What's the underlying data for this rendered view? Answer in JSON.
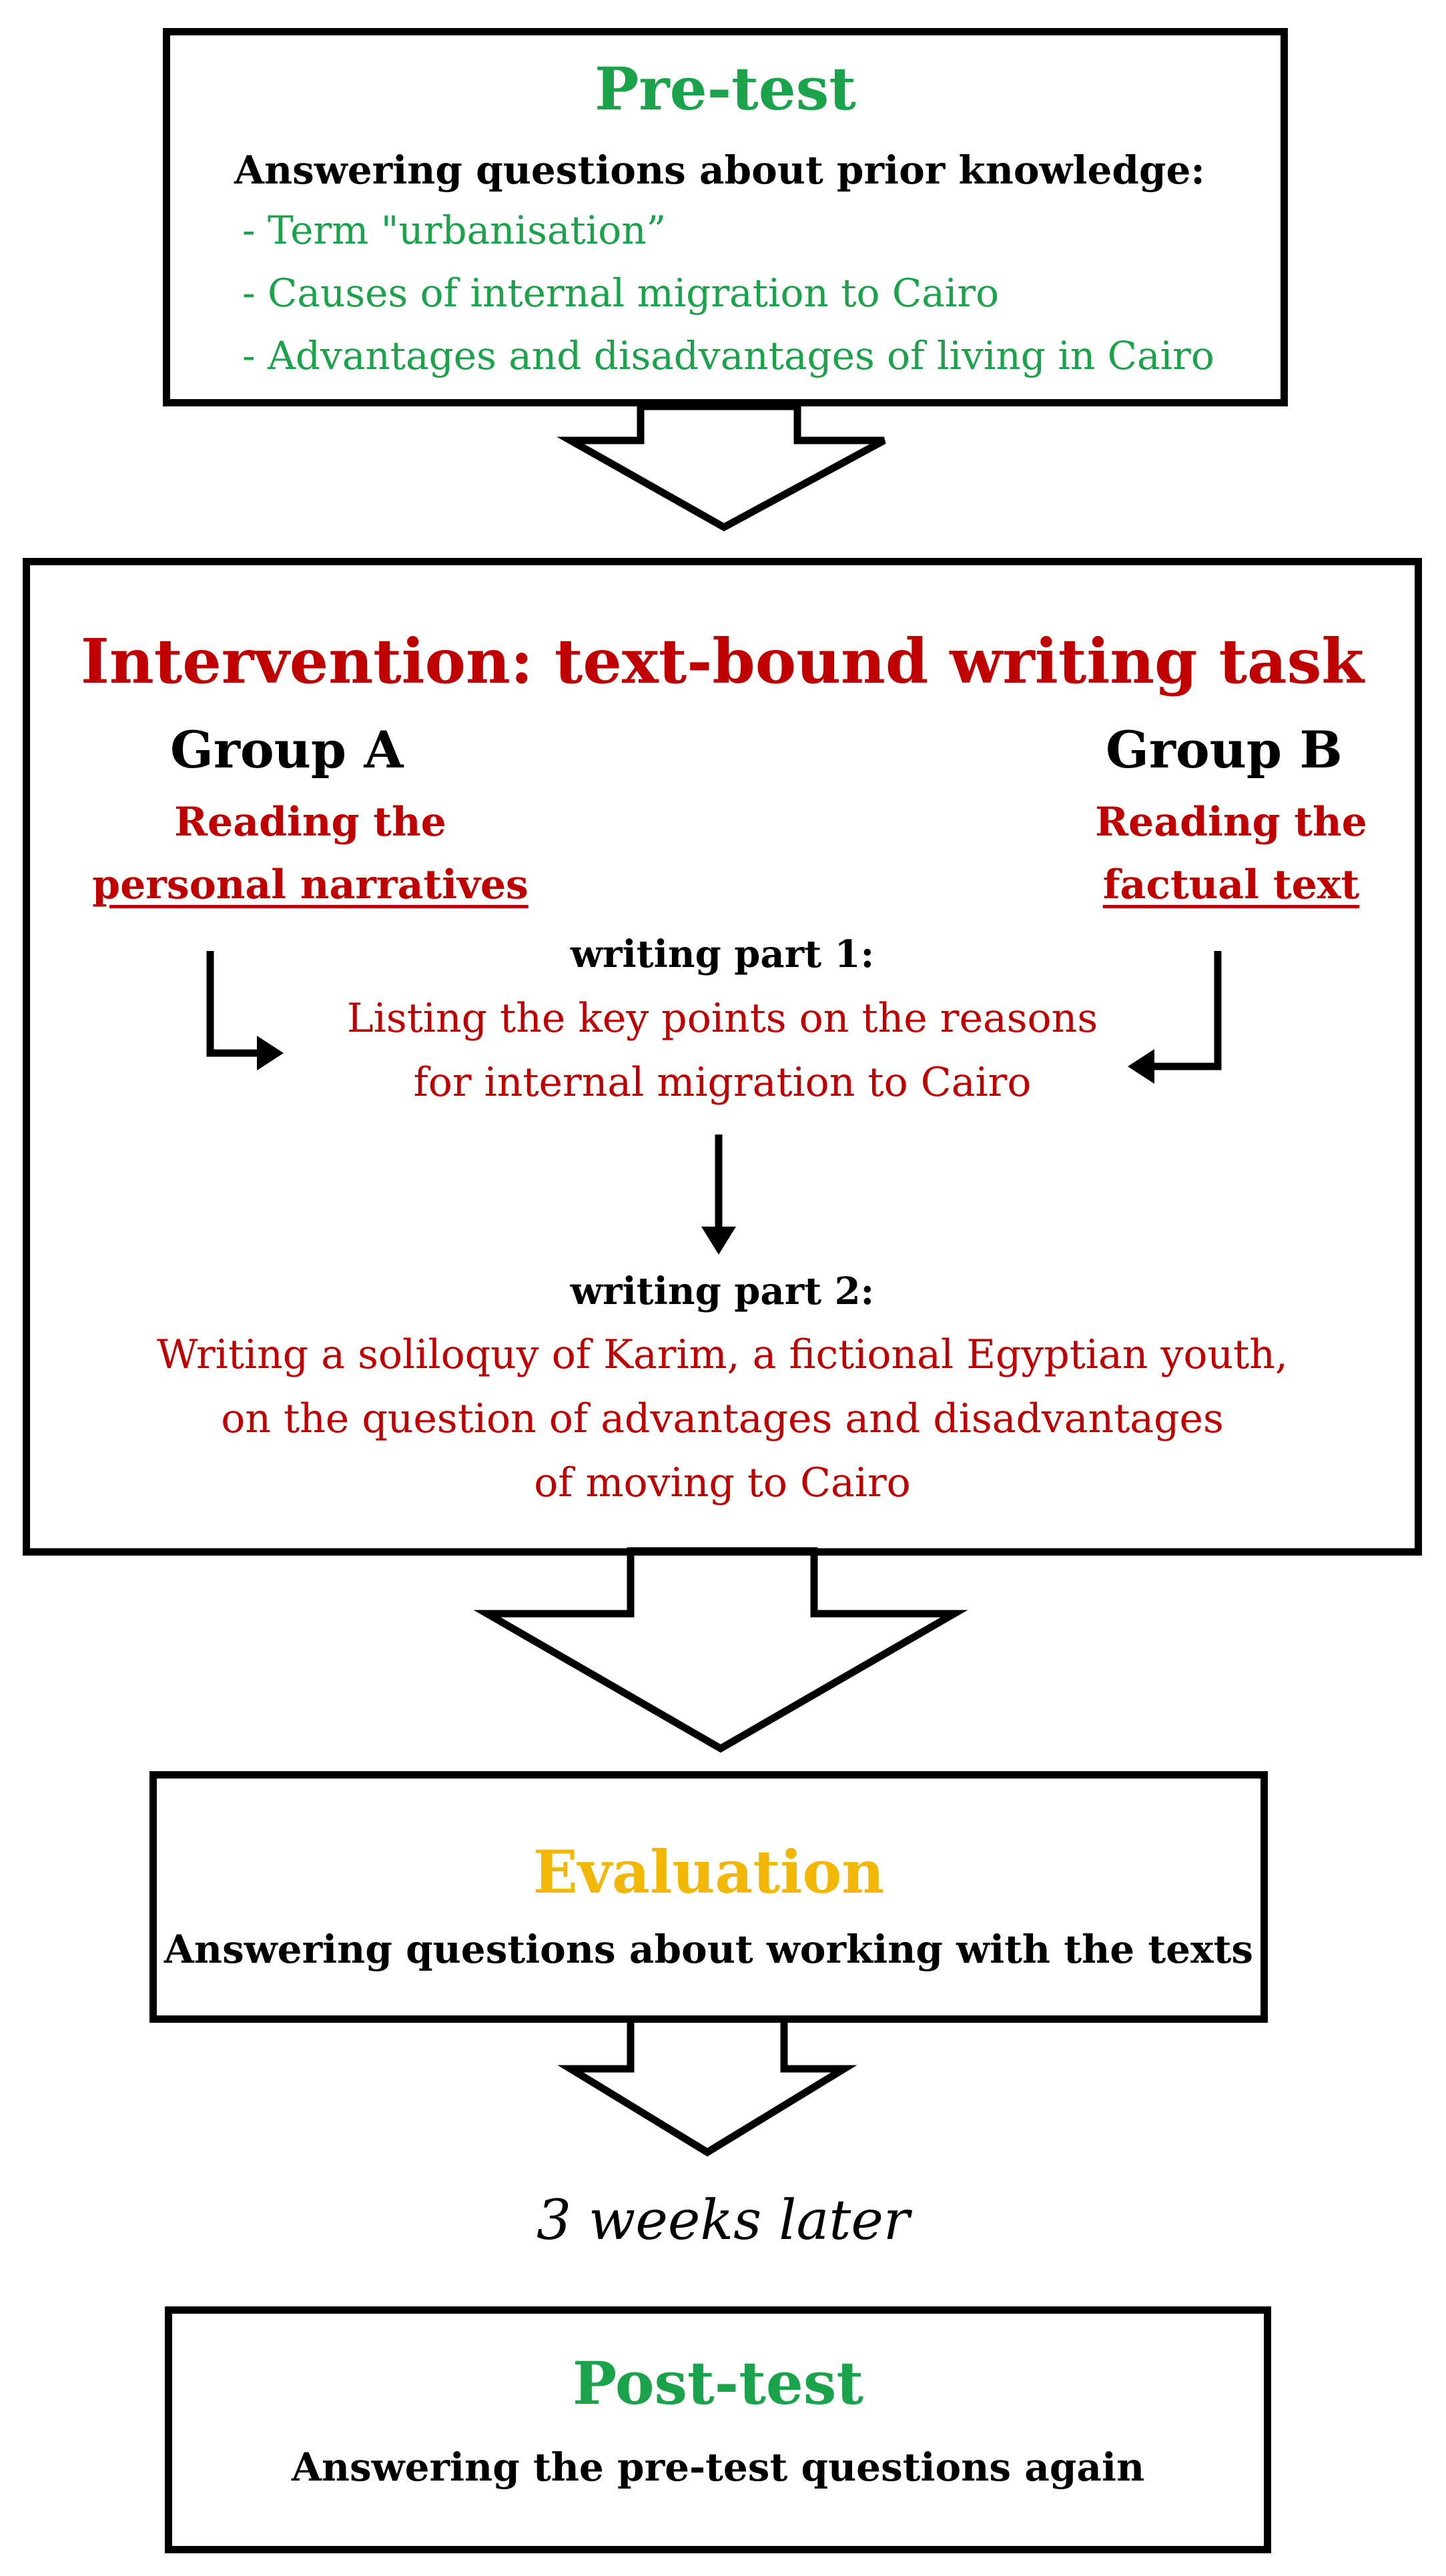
{
  "pretest": {
    "title": "Pre-test",
    "subtitle": "Answering questions about prior knowledge:",
    "items": [
      "- Term \"urbanisation”",
      "- Causes of internal migration to Cairo",
      "- Advantages and disadvantages of living in Cairo"
    ]
  },
  "intervention": {
    "title": "Intervention: text-bound writing task",
    "group_a": {
      "name": "Group A",
      "line1": "Reading the",
      "line2": "personal narratives"
    },
    "group_b": {
      "name": "Group B",
      "line1": "Reading the",
      "line2": "factual text"
    },
    "part1": {
      "label": "writing part 1:",
      "line1": "Listing the key points on the reasons",
      "line2": "for internal migration to Cairo"
    },
    "part2": {
      "label": "writing part 2:",
      "line1": "Writing a soliloquy of Karim, a fictional Egyptian youth,",
      "line2": "on the question of advantages and disadvantages",
      "line3": "of moving to Cairo"
    }
  },
  "evaluation": {
    "title": "Evaluation",
    "subtitle": "Answering questions about working with the texts"
  },
  "delay": "3 weeks later",
  "posttest": {
    "title": "Post-test",
    "subtitle": "Answering the pre-test questions again"
  },
  "colors": {
    "green": "#1aa34a",
    "red": "#c00000",
    "gold": "#f2b705"
  }
}
